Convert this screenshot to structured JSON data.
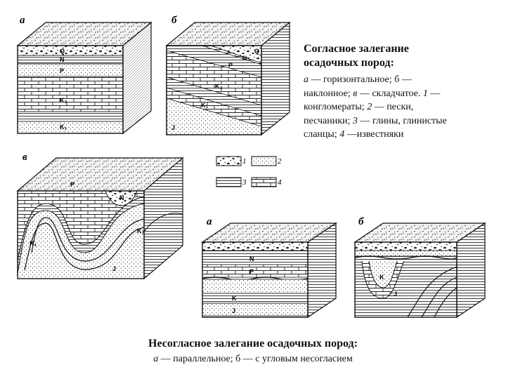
{
  "caption_top": {
    "title_line1": "Согласное залегание",
    "title_line2": "осадочных пород:",
    "line1": {
      "a": "а",
      "a_text": " — горизонтальное; б —"
    },
    "line2": {
      "text1": "наклонное; ",
      "v": "в",
      "text2": " — складчатое. ",
      "n1": "1",
      "text3": " —"
    },
    "line3": {
      "text1": "конгломераты; ",
      "n2": "2",
      "text2": " — пески,"
    },
    "line4": {
      "text1": "песчаники; ",
      "n3": "3",
      "text2": " — глины, глинистые"
    },
    "line5": {
      "text1": "сланцы; ",
      "n4": "4",
      "text2": " —известняки"
    }
  },
  "caption_bottom": {
    "title": "Несогласное залегание осадочных пород:",
    "a": "а",
    "body": " — параллельное; б — с угловым несогласием"
  },
  "panel_labels": {
    "a": "а",
    "b": "б",
    "v": "в",
    "a2": "а",
    "b2": "б"
  },
  "legend": {
    "n1": "1",
    "n2": "2",
    "n3": "3",
    "n4": "4"
  },
  "block_symbols": {
    "a": [
      "Q",
      "N",
      "P",
      "K₂",
      "K₁"
    ],
    "b": [
      "Q",
      "N",
      "P",
      "K₂",
      "K₁",
      "J"
    ],
    "v": [
      "N",
      "K₂",
      "K₁",
      "J",
      "P"
    ],
    "a2": [
      "N",
      "P",
      "K",
      "J"
    ],
    "b2": [
      "K",
      "J"
    ]
  }
}
